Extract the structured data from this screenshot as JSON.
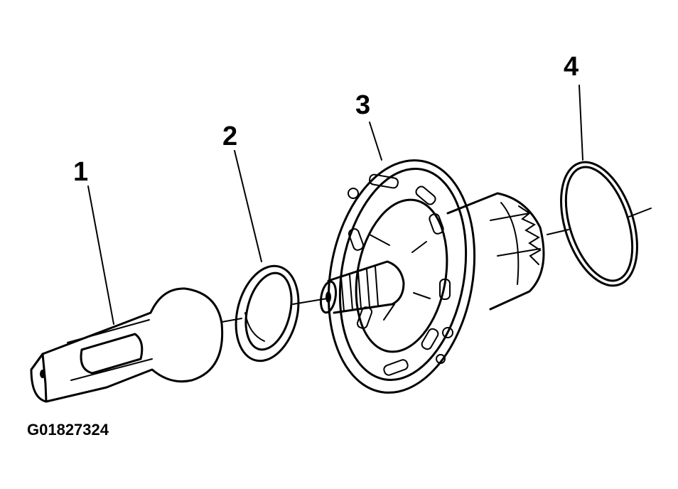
{
  "callouts": {
    "part1": "1",
    "part2": "2",
    "part3": "3",
    "part4": "4"
  },
  "figure_id": "G01827324",
  "colors": {
    "ink": "#000000",
    "background": "#ffffff",
    "stipple": "#9a9a9a"
  }
}
